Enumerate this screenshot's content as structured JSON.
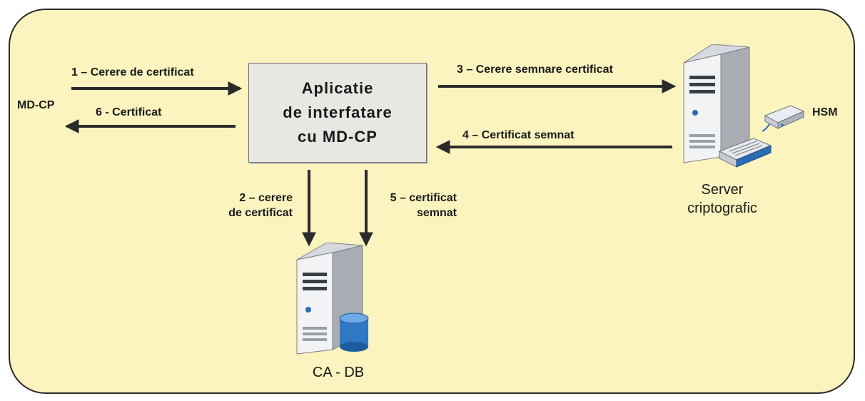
{
  "flows": {
    "f1": "1 – Cerere de certificat",
    "f2_line1": "2 – cerere",
    "f2_line2": "de certificat",
    "f3": "3 – Cerere semnare certificat",
    "f4": "4 – Certificat semnat",
    "f5_line1": "5 – certificat",
    "f5_line2": "semnat",
    "f6": "6 - Certificat"
  },
  "nodes": {
    "client": "MD-CP",
    "app": "Aplicatie\nde interfatare\ncu MD-CP",
    "server_line1": "Server",
    "server_line2": "criptografic",
    "hsm": "HSM",
    "db": "CA - DB"
  },
  "icons": {
    "server": "server-tower-icon",
    "hsm": "hsm-device-icon",
    "smartcard_reader": "card-reader-icon",
    "database_server": "database-server-icon"
  },
  "colors": {
    "background": "#fbf4be",
    "box": "#e7e7e3",
    "arrow": "#2b2b2b",
    "accent_blue": "#2a6db5"
  }
}
